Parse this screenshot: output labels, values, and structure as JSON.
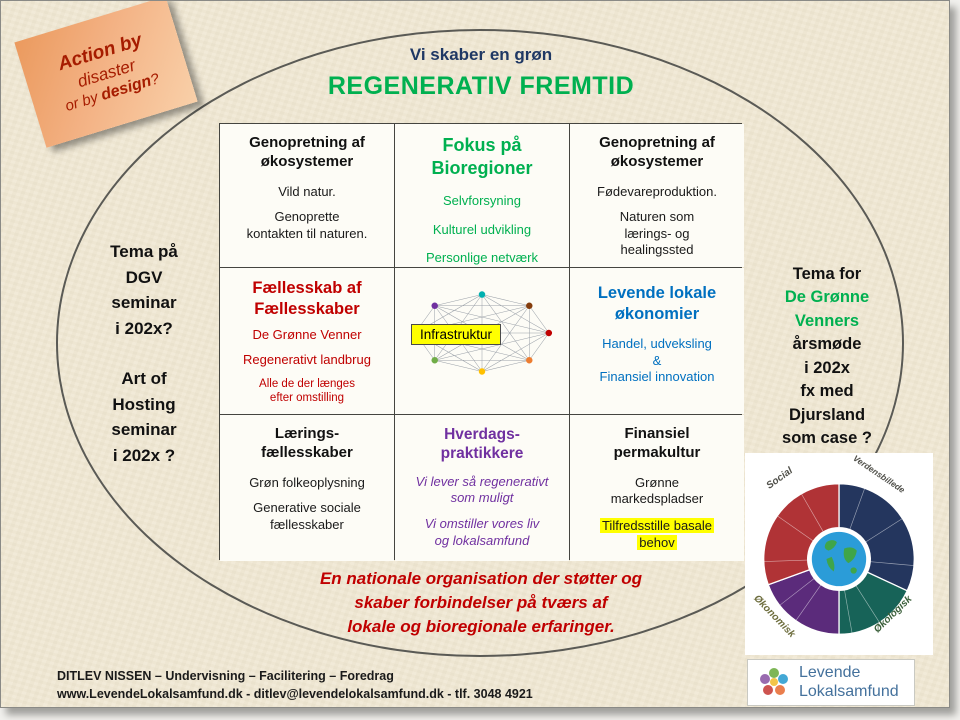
{
  "colors": {
    "accent_green": "#00b050",
    "accent_red": "#c00000",
    "accent_blue": "#0070c0",
    "accent_purple": "#7030a0",
    "accent_navy": "#1f3864",
    "highlight_yellow": "#ffff00",
    "badge_text": "#a61c00",
    "background_cream": "#f0e8d4"
  },
  "badge": {
    "line1": "Action by",
    "line2": "disaster",
    "line3_pre": "or by ",
    "line3_bold": "design",
    "line3_end": "?"
  },
  "title": {
    "eyebrow": "Vi skaber en grøn",
    "main": "REGENERATIV FREMTID"
  },
  "left_note": {
    "block1": [
      "Tema på",
      "DGV",
      "seminar",
      "i 202x?"
    ],
    "block2": [
      "Art of",
      "Hosting",
      "seminar",
      "i 202x ?"
    ]
  },
  "right_note": {
    "lines": [
      "Tema for",
      "De Grønne",
      "Venners",
      "årsmøde",
      "i 202x",
      "fx med",
      "Djursland",
      "som case ?"
    ]
  },
  "grid": {
    "r1c1": {
      "title1": "Genopretning af",
      "title2": "økosystemer",
      "body1": "Vild natur.",
      "body2": "Genoprette",
      "body3": "kontakten til naturen."
    },
    "r1c2": {
      "title1": "Fokus på",
      "title2": "Bioregioner",
      "body1": "Selvforsyning",
      "body2": "Kulturel udvikling",
      "body3": "Personlige netværk"
    },
    "r1c3": {
      "title1": "Genopretning af",
      "title2": "økosystemer",
      "body1": "Fødevareproduktion.",
      "body2": "Naturen som",
      "body3": "lærings- og",
      "body4": "healingssted"
    },
    "r2c1": {
      "title1": "Fællesskab af",
      "title2": "Fællesskaber",
      "body1": "De Grønne Venner",
      "body2": "Regenerativt landbrug",
      "small1": "Alle de der længes",
      "small2": "efter omstilling"
    },
    "r2c2": {
      "label": "Infrastruktur"
    },
    "r2c3": {
      "title1": "Levende lokale",
      "title2": "økonomier",
      "body1": "Handel, udveksling",
      "body2": "&",
      "body3": "Finansiel innovation"
    },
    "r3c1": {
      "title1": "Lærings-",
      "title2": "fællesskaber",
      "body1": "Grøn folkeoplysning",
      "body2": "Generative sociale",
      "body3": "fællesskaber"
    },
    "r3c2": {
      "title1": "Hverdags-",
      "title2": "praktikkere",
      "body1": "Vi lever så regenerativt",
      "body2": "som muligt",
      "body3": "Vi omstiller vores liv",
      "body4": "og lokalsamfund"
    },
    "r3c3": {
      "title1": "Finansiel",
      "title2": "permakultur",
      "body1": "Grønne",
      "body2": "markedspladser",
      "hl1": "Tilfredsstille basale",
      "hl2": "behov"
    }
  },
  "bottom_note": {
    "lines": [
      "En nationale organisation der støtter og",
      "skaber forbindelser på tværs af",
      "lokale og bioregionale erfaringer."
    ]
  },
  "wheel": {
    "labels": {
      "top_left": "Social",
      "top_right": "Verdensbillede",
      "bottom_left": "Økonomisk",
      "bottom_right": "Økologisk"
    },
    "colors": {
      "social": "#b03336",
      "worldview": "#24365e",
      "ecological": "#176358",
      "economic": "#5b2b7b"
    }
  },
  "logo": {
    "line1": "Levende",
    "line2": "Lokalsamfund"
  },
  "footer": {
    "line1": "DITLEV NISSEN  –  Undervisning – Facilitering – Foredrag",
    "line2": "www.LevendeLokalsamfund.dk - ditlev@levendelokalsamfund.dk - tlf. 3048 4921"
  }
}
